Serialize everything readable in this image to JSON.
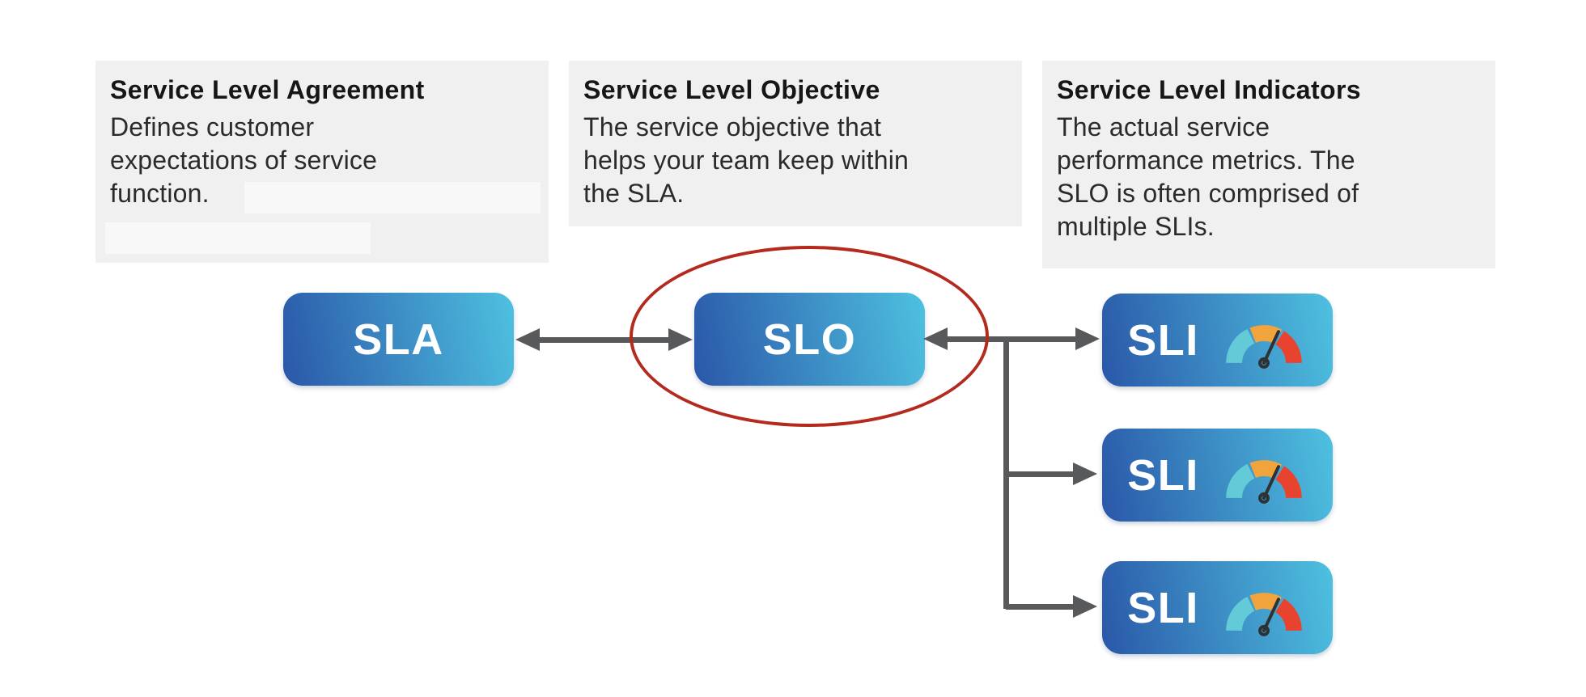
{
  "cards": [
    {
      "title": "Service Level Agreement",
      "lines": [
        "Defines customer",
        "expectations of service",
        "function."
      ]
    },
    {
      "title": "Service Level Objective",
      "lines": [
        "The service objective that",
        "helps your team keep within",
        "the SLA."
      ]
    },
    {
      "title": "Service Level Indicators",
      "lines": [
        "The actual service",
        "performance metrics. The",
        "SLO is often comprised of",
        "multiple SLIs."
      ]
    }
  ],
  "nodes": {
    "sla": {
      "label": "SLA"
    },
    "slo": {
      "label": "SLO",
      "highlighted": true
    },
    "sli": {
      "label": "SLI",
      "count": 3
    }
  },
  "icons": {
    "sli_gauge": "gauge-icon"
  },
  "colors": {
    "gradient-start": "#2a57a8",
    "gradient-end": "#4ec1e0",
    "arrow": "#58595b",
    "ellipse": "#b42a1e",
    "card-bg": "#f0f0f1",
    "redact": "#f8f8f9",
    "title-ink": "#161616",
    "body-ink": "#2b2b2b",
    "gauge-teal": "#63cad7",
    "gauge-orange": "#f2a43c",
    "gauge-red": "#e8432f",
    "gauge-needle": "#2f3235"
  }
}
